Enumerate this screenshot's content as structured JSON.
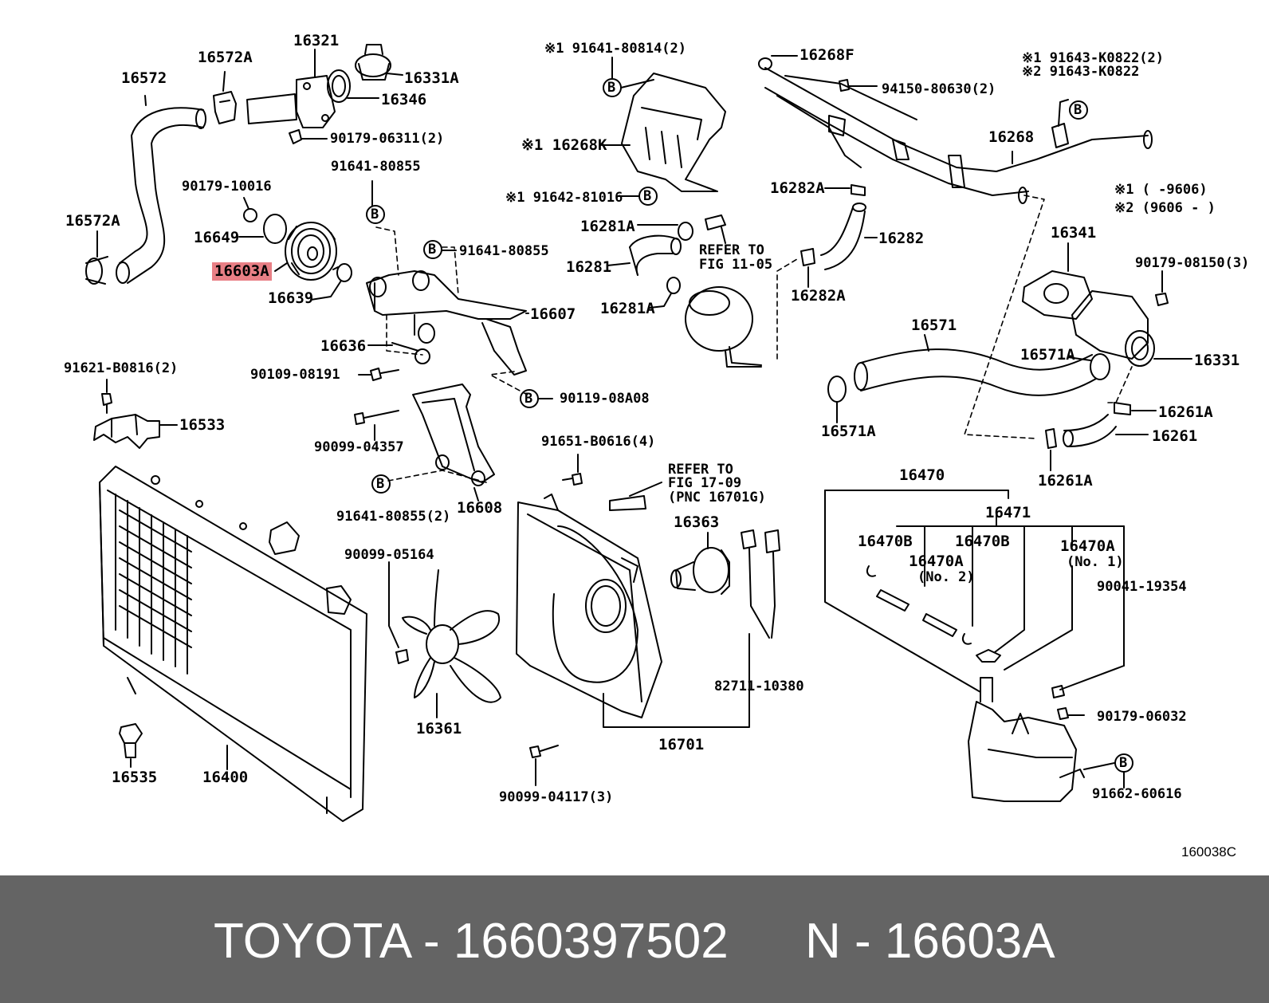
{
  "labels": {
    "p16572": "16572",
    "p16572A_top": "16572A",
    "p16572A_left": "16572A",
    "p16321": "16321",
    "p16331A": "16331A",
    "p16346": "16346",
    "p90179_06311": "90179-06311(2)",
    "p91641_80855_a": "91641-80855",
    "p90179_10016": "90179-10016",
    "p16649": "16649",
    "p16603A": "16603A",
    "p16639": "16639",
    "p91641_80855_b": "91641-80855",
    "p16607": "16607",
    "p16636": "16636",
    "p90109_08191": "90109-08191",
    "p90119_08A08": "90119-08A08",
    "p91621_B0816": "91621-B0816(2)",
    "p16533": "16533",
    "p90099_04357": "90099-04357",
    "p91641_80855_c": "91641-80855(2)",
    "p16608": "16608",
    "p90099_05164": "90099-05164",
    "p16361": "16361",
    "p16535": "16535",
    "p16400": "16400",
    "p91651_B0616": "91651-B0616(4)",
    "refer_17_09_l1": "REFER TO",
    "refer_17_09_l2": "FIG 17-09",
    "refer_17_09_l3": "(PNC 16701G)",
    "p16363": "16363",
    "p82711_10380": "82711-10380",
    "p16701": "16701",
    "p90099_04117": "90099-04117(3)",
    "p91641_80814": "※1 91641-80814(2)",
    "p16268K": "※1 16268K",
    "p91642_81016": "※1 91642-81016",
    "p16281A_top": "16281A",
    "p16281": "16281",
    "p16281A_bot": "16281A",
    "refer_11_05_l1": "REFER TO",
    "refer_11_05_l2": "FIG 11-05",
    "p16268F": "16268F",
    "p94150_80630": "94150-80630(2)",
    "p91643_K0822_1": "※1 91643-K0822(2)",
    "p91643_K0822_2": "※2 91643-K0822",
    "p16268": "16268",
    "p16282A_top": "16282A",
    "p16282": "16282",
    "p16282A_bot": "16282A",
    "note1": "※1 (     -9606)",
    "note2": "※2 (9606    -    )",
    "p16341": "16341",
    "p90179_08150": "90179-08150(3)",
    "p16571": "16571",
    "p16571A_mid": "16571A",
    "p16331": "16331",
    "p16571A_bot": "16571A",
    "p16261A_right": "16261A",
    "p16261": "16261",
    "p16261A_bot": "16261A",
    "p16470": "16470",
    "p16471": "16471",
    "p16470B_l": "16470B",
    "p16470A_no2": "16470A",
    "no2": "(No. 2)",
    "p16470B_r": "16470B",
    "p16470A_no1": "16470A",
    "no1": "(No. 1)",
    "p90041_19354": "90041-19354",
    "p90179_06032": "90179-06032",
    "p91662_60616": "91662-60616",
    "callout_b": "B",
    "diagram_code": "160038C"
  },
  "footer": {
    "brand_text": "TOYOTA - 1660397502",
    "part_text": "N - 16603A"
  },
  "highlight_color": "#e87f85",
  "footer_color": "#646464"
}
